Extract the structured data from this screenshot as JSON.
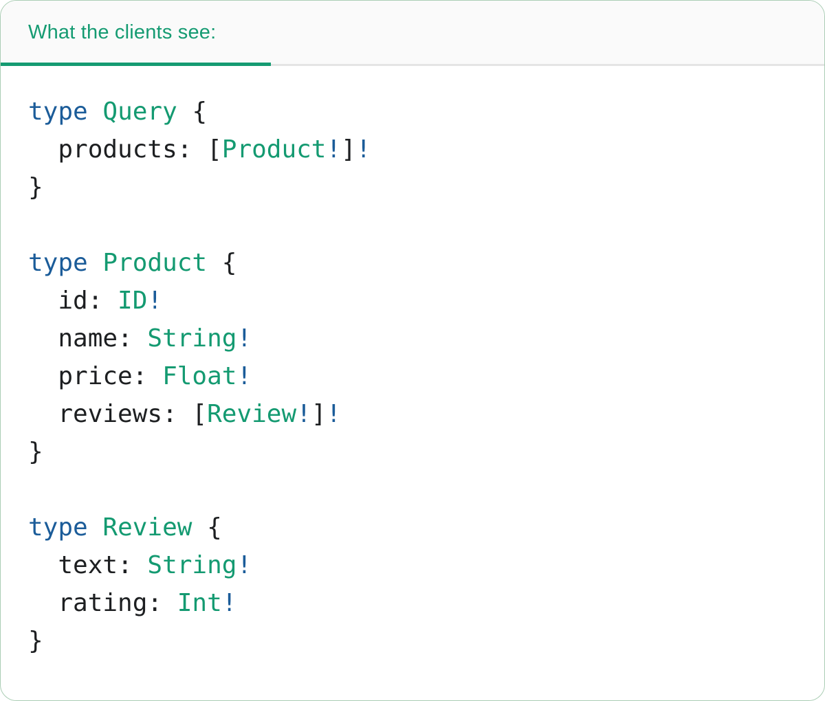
{
  "tab": {
    "label": "What the clients see:"
  },
  "colors": {
    "keyword_blue": "#1b5c99",
    "type_green": "#149a71",
    "text_dark": "#1d1f21",
    "accent_green": "#159b72",
    "card_border_green": "#aacdb4",
    "tab_background": "#fafafa",
    "divider_gray": "#e4e4e4"
  },
  "code": {
    "lines": [
      [
        {
          "t": "type",
          "c": "kw"
        },
        {
          "t": " ",
          "c": "pl"
        },
        {
          "t": "Query",
          "c": "ty"
        },
        {
          "t": " {",
          "c": "pl"
        }
      ],
      [
        {
          "t": "  products: [",
          "c": "pl"
        },
        {
          "t": "Product",
          "c": "ty"
        },
        {
          "t": "!",
          "c": "kw"
        },
        {
          "t": "]",
          "c": "pl"
        },
        {
          "t": "!",
          "c": "kw"
        }
      ],
      [
        {
          "t": "}",
          "c": "pl"
        }
      ],
      [],
      [
        {
          "t": "type",
          "c": "kw"
        },
        {
          "t": " ",
          "c": "pl"
        },
        {
          "t": "Product",
          "c": "ty"
        },
        {
          "t": " {",
          "c": "pl"
        }
      ],
      [
        {
          "t": "  id: ",
          "c": "pl"
        },
        {
          "t": "ID",
          "c": "ty"
        },
        {
          "t": "!",
          "c": "kw"
        }
      ],
      [
        {
          "t": "  name: ",
          "c": "pl"
        },
        {
          "t": "String",
          "c": "ty"
        },
        {
          "t": "!",
          "c": "kw"
        }
      ],
      [
        {
          "t": "  price: ",
          "c": "pl"
        },
        {
          "t": "Float",
          "c": "ty"
        },
        {
          "t": "!",
          "c": "kw"
        }
      ],
      [
        {
          "t": "  reviews: [",
          "c": "pl"
        },
        {
          "t": "Review",
          "c": "ty"
        },
        {
          "t": "!",
          "c": "kw"
        },
        {
          "t": "]",
          "c": "pl"
        },
        {
          "t": "!",
          "c": "kw"
        }
      ],
      [
        {
          "t": "}",
          "c": "pl"
        }
      ],
      [],
      [
        {
          "t": "type",
          "c": "kw"
        },
        {
          "t": " ",
          "c": "pl"
        },
        {
          "t": "Review",
          "c": "ty"
        },
        {
          "t": " {",
          "c": "pl"
        }
      ],
      [
        {
          "t": "  text: ",
          "c": "pl"
        },
        {
          "t": "String",
          "c": "ty"
        },
        {
          "t": "!",
          "c": "kw"
        }
      ],
      [
        {
          "t": "  rating: ",
          "c": "pl"
        },
        {
          "t": "Int",
          "c": "ty"
        },
        {
          "t": "!",
          "c": "kw"
        }
      ],
      [
        {
          "t": "}",
          "c": "pl"
        }
      ]
    ]
  }
}
